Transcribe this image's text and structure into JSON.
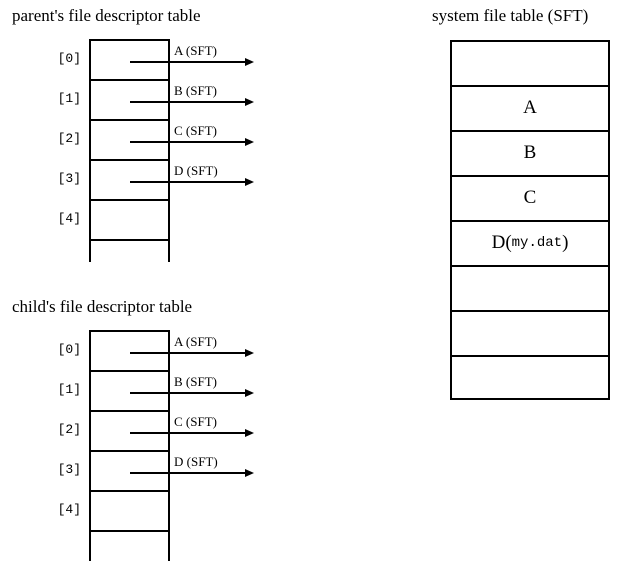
{
  "diagram": {
    "title_parent": "parent's file descriptor table",
    "title_child": "child's file descriptor table",
    "title_sft": "system file table (SFT)"
  },
  "descriptor_tables": [
    {
      "id": "parent",
      "title": "parent's file descriptor table",
      "rows": [
        {
          "index_label": "[0]",
          "pointer_label": "A (SFT)",
          "has_pointer": true
        },
        {
          "index_label": "[1]",
          "pointer_label": "B (SFT)",
          "has_pointer": true
        },
        {
          "index_label": "[2]",
          "pointer_label": "C (SFT)",
          "has_pointer": true
        },
        {
          "index_label": "[3]",
          "pointer_label": "D (SFT)",
          "has_pointer": true
        },
        {
          "index_label": "[4]",
          "pointer_label": "",
          "has_pointer": false
        },
        {
          "index_label": "",
          "pointer_label": "",
          "has_pointer": false
        }
      ]
    },
    {
      "id": "child",
      "title": "child's file descriptor table",
      "rows": [
        {
          "index_label": "[0]",
          "pointer_label": "A (SFT)",
          "has_pointer": true
        },
        {
          "index_label": "[1]",
          "pointer_label": "B (SFT)",
          "has_pointer": true
        },
        {
          "index_label": "[2]",
          "pointer_label": "C (SFT)",
          "has_pointer": true
        },
        {
          "index_label": "[3]",
          "pointer_label": "D (SFT)",
          "has_pointer": true
        },
        {
          "index_label": "[4]",
          "pointer_label": "",
          "has_pointer": false
        },
        {
          "index_label": "",
          "pointer_label": "",
          "has_pointer": false
        }
      ]
    }
  ],
  "system_file_table": {
    "title": "system file table (SFT)",
    "entries": [
      {
        "label": "",
        "suffix": ""
      },
      {
        "label": "A",
        "suffix": ""
      },
      {
        "label": "B",
        "suffix": ""
      },
      {
        "label": "C",
        "suffix": ""
      },
      {
        "label": "D",
        "suffix": "my.dat"
      },
      {
        "label": "",
        "suffix": ""
      },
      {
        "label": "",
        "suffix": ""
      },
      {
        "label": "",
        "suffix": ""
      }
    ]
  },
  "colors": {
    "background": "#ffffff",
    "ink": "#000000"
  }
}
